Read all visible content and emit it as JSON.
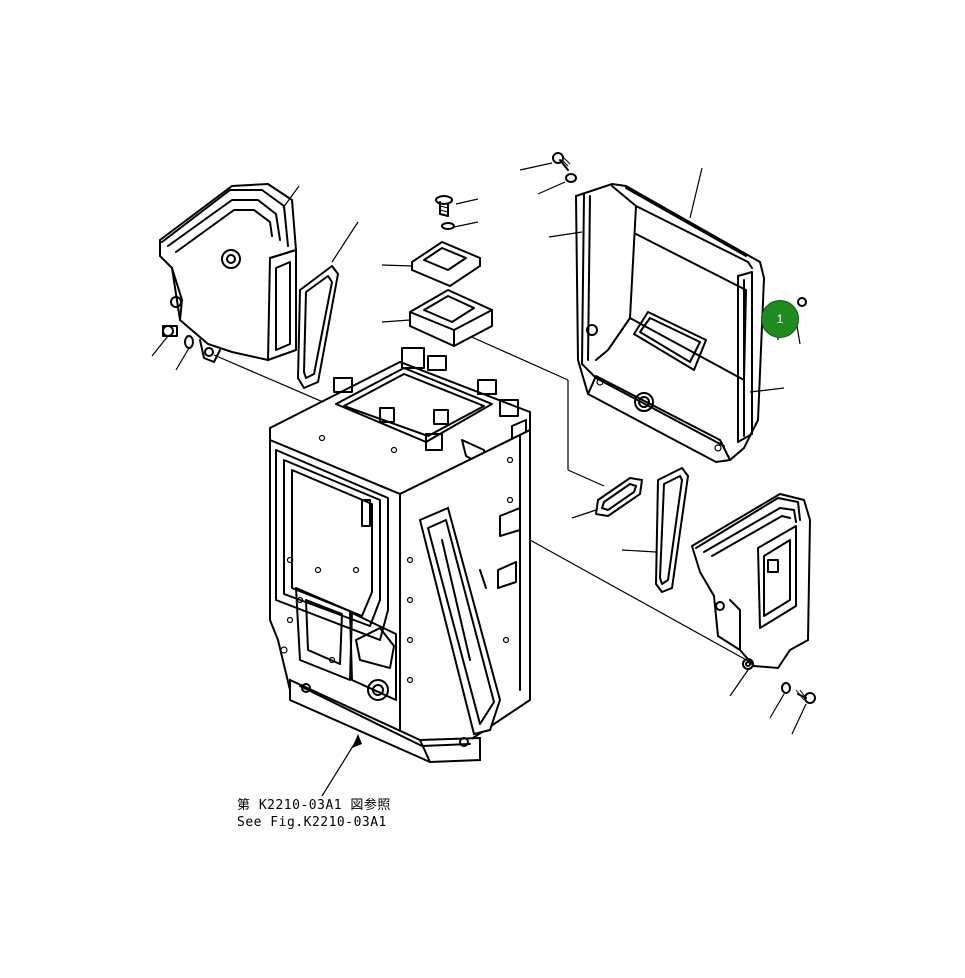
{
  "caption": {
    "line1": "第 K2210-03A1 図参照",
    "line2": "See Fig.K2210-03A1"
  },
  "callout": {
    "label": "1",
    "color": "#1f8a1f"
  },
  "parts": [
    "left-duct-cover",
    "left-duct-seal",
    "top-pad-upper",
    "top-pad-lower",
    "main-cab-frame",
    "right-rear-cover",
    "right-duct-cover",
    "right-duct-seal",
    "right-grille-seal",
    "bolts-and-washers"
  ]
}
